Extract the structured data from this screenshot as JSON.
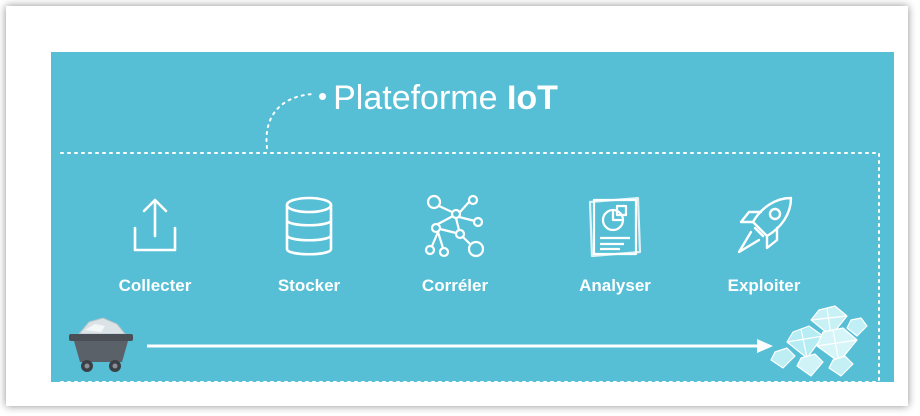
{
  "title": {
    "prefix": "Plateforme ",
    "bold": "IoT"
  },
  "steps": [
    {
      "label": "Collecter",
      "icon": "upload-icon"
    },
    {
      "label": "Stocker",
      "icon": "database-icon"
    },
    {
      "label": "Corréler",
      "icon": "network-graph-icon"
    },
    {
      "label": "Analyser",
      "icon": "report-chart-icon"
    },
    {
      "label": "Exploiter",
      "icon": "rocket-icon"
    }
  ],
  "colors": {
    "background": "#56bfd5",
    "foreground": "#ffffff",
    "cart": "#555a60"
  },
  "decorations": {
    "left": "mine-cart-icon",
    "right": "diamonds-icon"
  }
}
